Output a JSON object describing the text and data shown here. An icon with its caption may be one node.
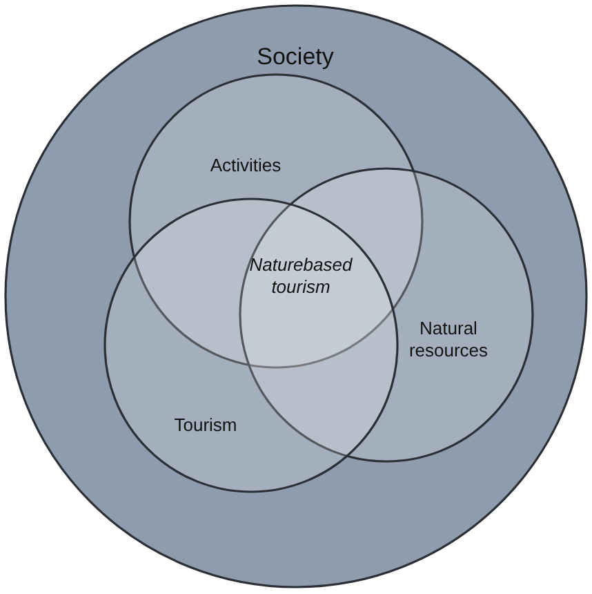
{
  "diagram": {
    "nodes": [
      {
        "text": [
          "Society"
        ]
      },
      {
        "text": [
          "Activities"
        ],
        "in": 0
      },
      {
        "text": [
          "Natural resources"
        ],
        "in": 0
      },
      {
        "text": [
          "Tourism"
        ],
        "in": 0
      }
    ],
    "labels": [
      "Naturebased tourism"
    ]
  }
}
